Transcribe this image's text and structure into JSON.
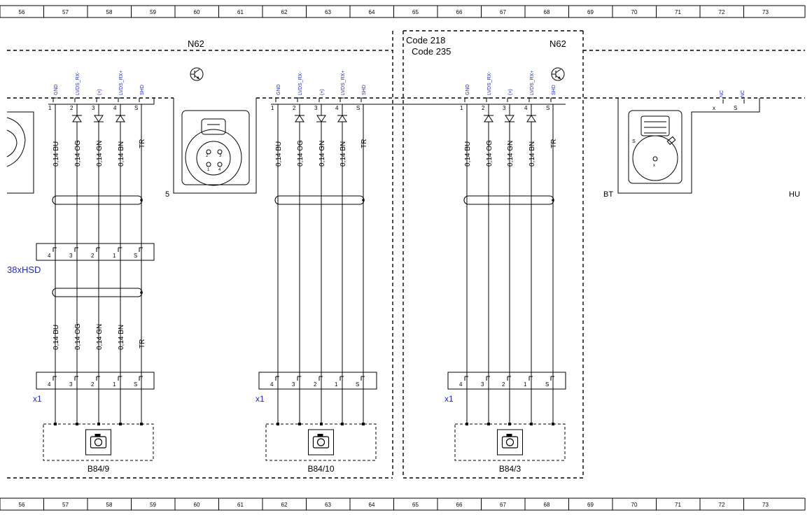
{
  "grid": [
    "56",
    "57",
    "58",
    "59",
    "60",
    "61",
    "62",
    "63",
    "64",
    "65",
    "66",
    "67",
    "68",
    "69",
    "70",
    "71",
    "72",
    "73"
  ],
  "labels": {
    "n62_left": "N62",
    "n62_right": "N62",
    "code_218": "Code 218",
    "code_235": "Code 235",
    "hsd": "38xHSD",
    "x1": "x1",
    "five": "5",
    "bt": "BT",
    "hu": "HU",
    "s": "S",
    "x": "x"
  },
  "signals": [
    "GND",
    "LVDS_RX-",
    "(+)",
    "LVDS_RX+",
    "SHD"
  ],
  "nc": [
    "NC",
    "NC"
  ],
  "pins_top": [
    "1",
    "2",
    "3",
    "4",
    "S"
  ],
  "pins_conn": [
    "4",
    "3",
    "2",
    "1",
    "S"
  ],
  "wires": [
    "0,14 BU",
    "0,14 OG",
    "0,14 GN",
    "0,14 BN",
    "TR"
  ],
  "connector_pins": [
    "2",
    "3",
    "1",
    "4"
  ],
  "cameras": [
    "B84/9",
    "B84/10",
    "B84/3"
  ],
  "colors": {
    "signal_blue": "#1c28d8",
    "line": "#000000"
  }
}
